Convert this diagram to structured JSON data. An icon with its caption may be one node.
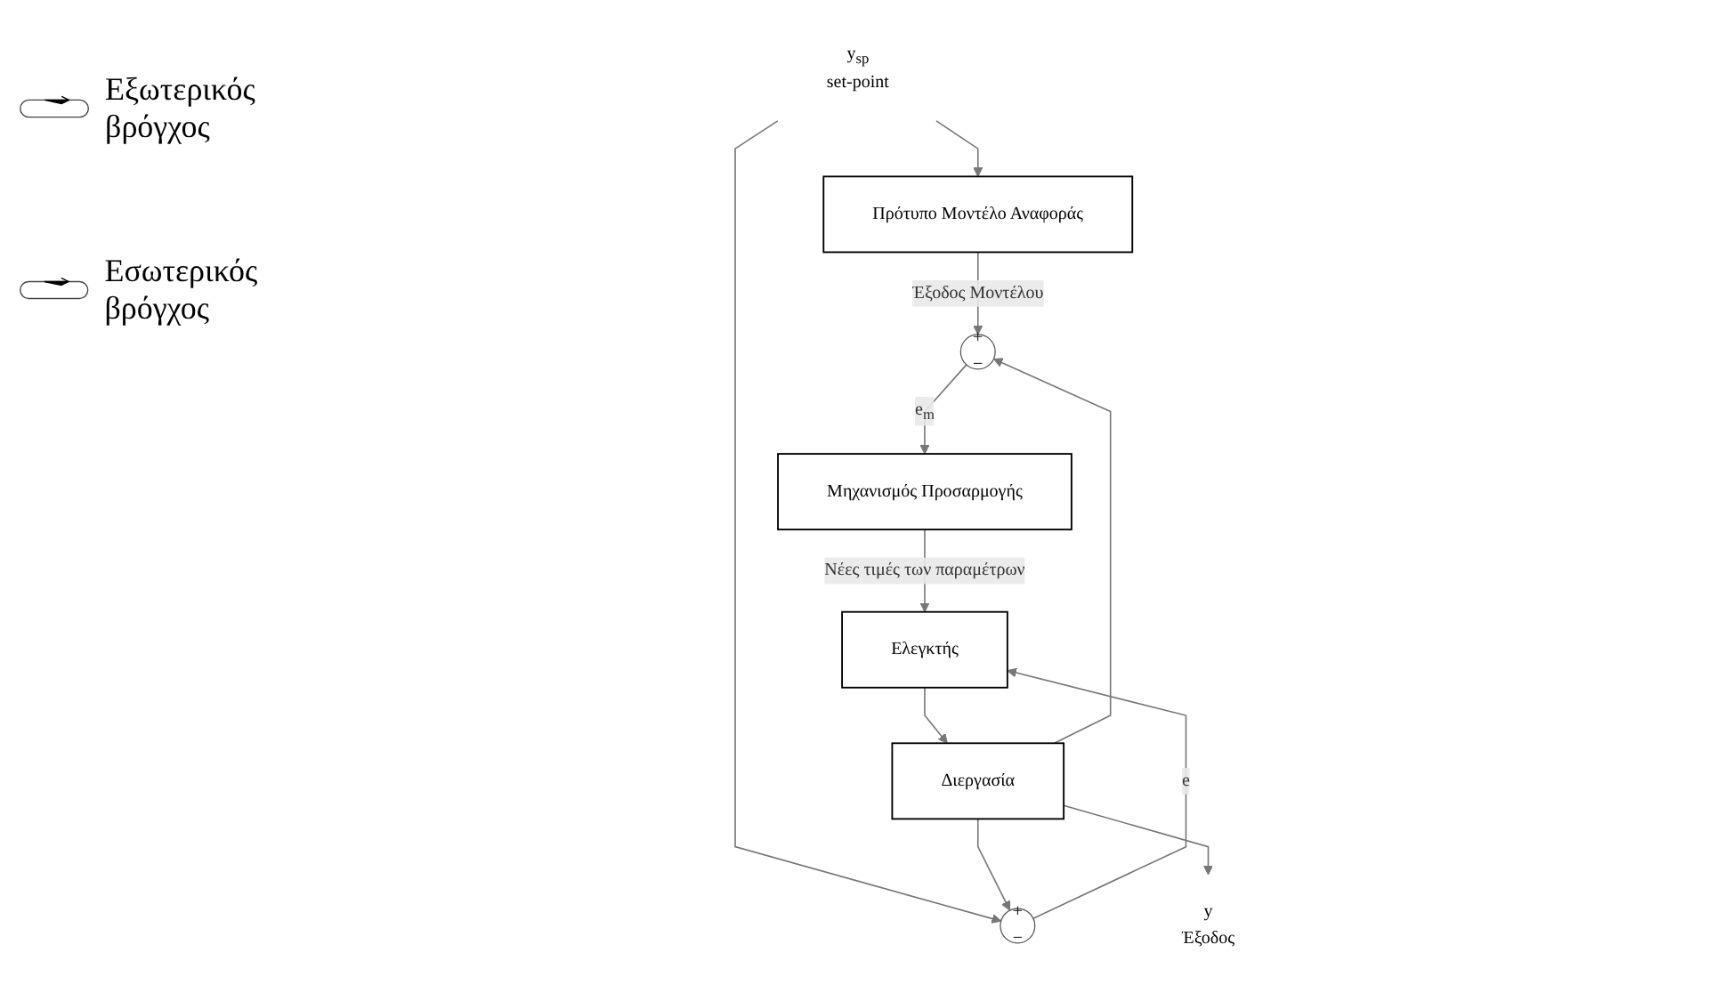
{
  "diagram": {
    "nodes": [
      {
        "text": [
          "Πρότυπο Μοντέλο Αναφοράς"
        ]
      },
      {
        "text": [
          "Μηχανισμός Προσαρμογής"
        ]
      },
      {
        "text": [
          "+",
          "−"
        ]
      },
      {
        "text": [
          "+",
          "−"
        ]
      },
      {
        "text": [
          "Ελεγκτής"
        ]
      },
      {
        "text": [
          "Διεργασία"
        ]
      },
      {
        "text": [
          "y$_{sp}$"
        ],
        "beside": [
          "set-point"
        ]
      },
      {
        "text": [
          "y",
          "Έξοδος"
        ]
      }
    ],
    "edges": [
      {
        "from": 6,
        "to": 3,
        "arrow": "to"
      },
      {
        "from": 6,
        "to": 0,
        "arrow": "to"
      },
      {
        "from": 0,
        "to": 2,
        "arrow": "to",
        "label": "Έξοδος Μοντέλου"
      },
      {
        "from": 2,
        "to": 1,
        "arrow": "to",
        "label": "e$_{m}$"
      },
      {
        "from": 1,
        "to": 4,
        "arrow": "to",
        "label": "Νέες τιμές των παραμέτρων"
      },
      {
        "from": 3,
        "to": 4,
        "arrow": "to",
        "label": "e"
      },
      {
        "from": 4,
        "to": 5,
        "arrow": "to"
      },
      {
        "from": 5,
        "to": 7,
        "arrow": "to"
      },
      {
        "from": 5,
        "to": 2,
        "arrow": "to"
      },
      {
        "from": 5,
        "to": 3,
        "arrow": "to"
      }
    ],
    "labels": [
      "Εξωτερικός βρόγχος",
      "Εσωτερικός βρόγχος"
    ]
  }
}
